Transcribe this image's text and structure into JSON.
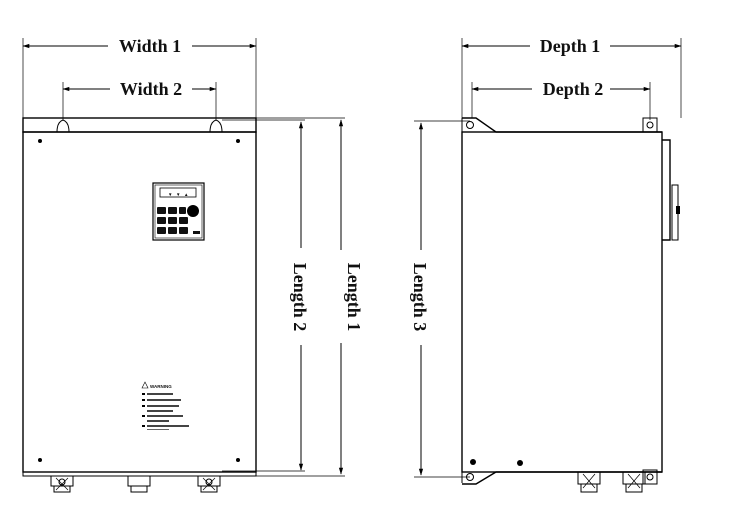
{
  "dimensions": {
    "width1": "Width 1",
    "width2": "Width 2",
    "depth1": "Depth 1",
    "depth2": "Depth 2",
    "length1": "Length 1",
    "length2": "Length 2",
    "length3": "Length 3"
  },
  "warning_title": "WARNING"
}
